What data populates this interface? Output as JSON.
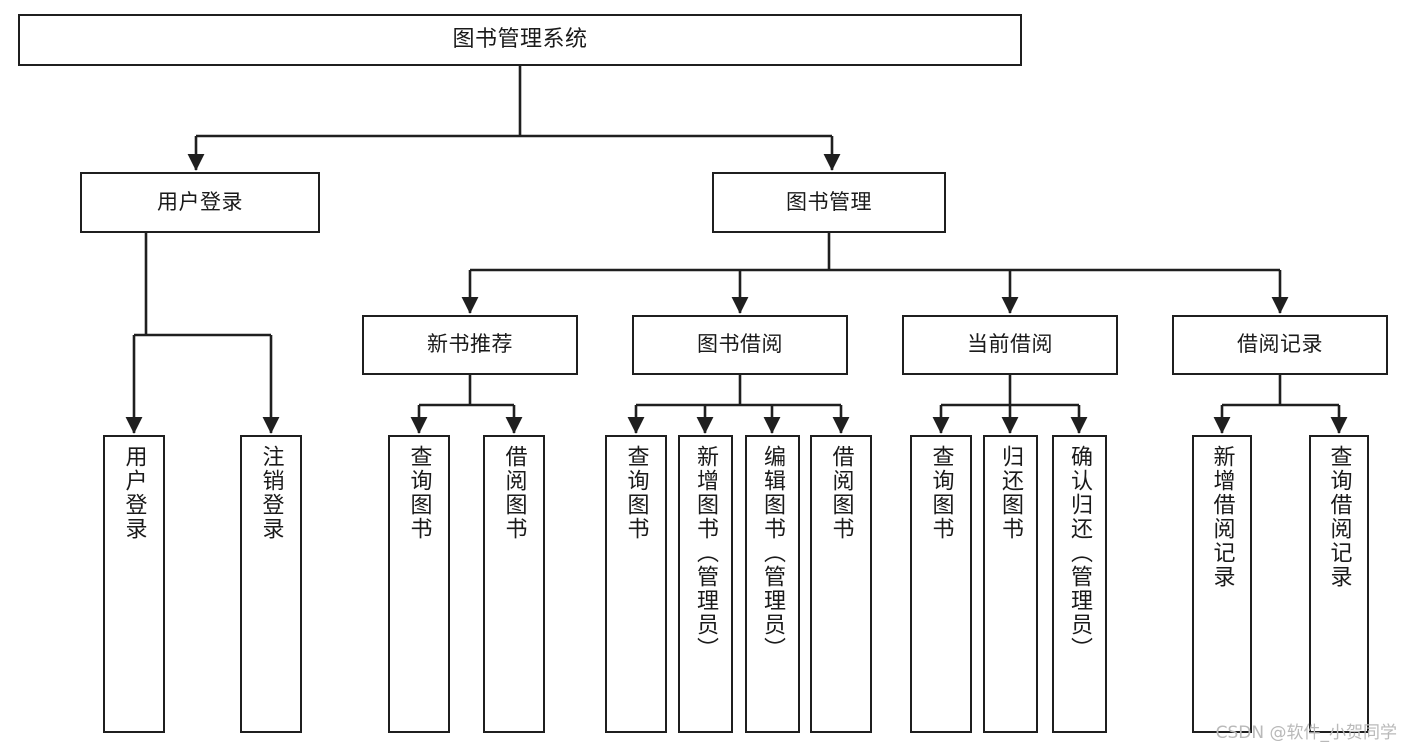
{
  "diagram": {
    "type": "tree-hierarchy",
    "title": "图书管理系统",
    "orientation": "top-down",
    "colors": {
      "stroke": "#1f1f1f",
      "fill": "#ffffff",
      "background": "#ffffff",
      "watermark": "#b9b9b9"
    },
    "levels": 4,
    "nodes": {
      "root": {
        "label": "图书管理系统"
      },
      "level2": [
        {
          "id": "user-login",
          "label": "用户登录"
        },
        {
          "id": "book-manage",
          "label": "图书管理"
        }
      ],
      "level3": [
        {
          "id": "new-book-recommend",
          "label": "新书推荐"
        },
        {
          "id": "book-borrow",
          "label": "图书借阅"
        },
        {
          "id": "current-borrow",
          "label": "当前借阅"
        },
        {
          "id": "borrow-record",
          "label": "借阅记录"
        }
      ],
      "leaves": {
        "user_login": [
          {
            "id": "leaf-user-login",
            "label": "用户登录"
          },
          {
            "id": "leaf-logout-login",
            "label": "注销登录"
          }
        ],
        "new_book_recommend": [
          {
            "id": "leaf-query-book-1",
            "label": "查询图书"
          },
          {
            "id": "leaf-borrow-book-1",
            "label": "借阅图书"
          }
        ],
        "book_borrow": [
          {
            "id": "leaf-query-book-2",
            "label": "查询图书"
          },
          {
            "id": "leaf-add-book",
            "label": "新增图书（管理员）"
          },
          {
            "id": "leaf-edit-book",
            "label": "编辑图书（管理员）"
          },
          {
            "id": "leaf-borrow-book-2",
            "label": "借阅图书"
          }
        ],
        "current_borrow": [
          {
            "id": "leaf-query-book-3",
            "label": "查询图书"
          },
          {
            "id": "leaf-return-book",
            "label": "归还图书"
          },
          {
            "id": "leaf-confirm-return",
            "label": "确认归还（管理员）"
          }
        ],
        "borrow_record": [
          {
            "id": "leaf-add-record",
            "label": "新增借阅记录"
          },
          {
            "id": "leaf-query-record",
            "label": "查询借阅记录"
          }
        ]
      }
    },
    "edges": [
      {
        "from": "图书管理系统",
        "to": "用户登录"
      },
      {
        "from": "图书管理系统",
        "to": "图书管理"
      },
      {
        "from": "用户登录",
        "to": "用户登录"
      },
      {
        "from": "用户登录",
        "to": "注销登录"
      },
      {
        "from": "图书管理",
        "to": "新书推荐"
      },
      {
        "from": "图书管理",
        "to": "图书借阅"
      },
      {
        "from": "图书管理",
        "to": "当前借阅"
      },
      {
        "from": "图书管理",
        "to": "借阅记录"
      },
      {
        "from": "新书推荐",
        "to": "查询图书"
      },
      {
        "from": "新书推荐",
        "to": "借阅图书"
      },
      {
        "from": "图书借阅",
        "to": "查询图书"
      },
      {
        "from": "图书借阅",
        "to": "新增图书（管理员）"
      },
      {
        "from": "图书借阅",
        "to": "编辑图书（管理员）"
      },
      {
        "from": "图书借阅",
        "to": "借阅图书"
      },
      {
        "from": "当前借阅",
        "to": "查询图书"
      },
      {
        "from": "当前借阅",
        "to": "归还图书"
      },
      {
        "from": "当前借阅",
        "to": "确认归还（管理员）"
      },
      {
        "from": "借阅记录",
        "to": "新增借阅记录"
      },
      {
        "from": "借阅记录",
        "to": "查询借阅记录"
      }
    ]
  },
  "watermark": {
    "text": "CSDN @软件_小贺同学"
  }
}
